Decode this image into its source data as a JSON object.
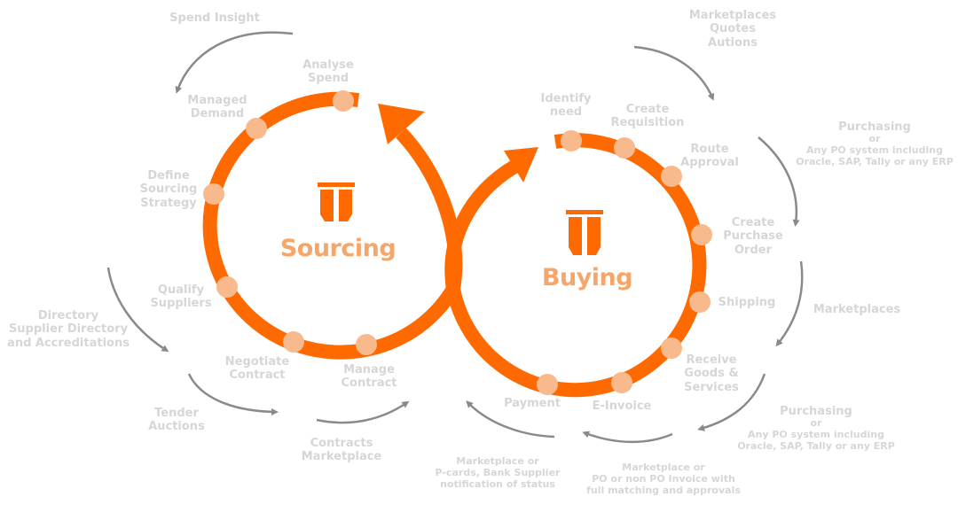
{
  "colors": {
    "ring": "#ff6a00",
    "node": "#f8b98d",
    "arrow": "#8a8a8a",
    "outer_label": "#d6d6d6",
    "title": "#f7a66a"
  },
  "icons": {
    "logo": "pi-logo-icon"
  },
  "sourcing": {
    "title": "Sourcing",
    "steps": [
      {
        "label": "Analyse Spend"
      },
      {
        "label": "Managed Demand"
      },
      {
        "label": "Define Sourcing Strategy"
      },
      {
        "label": "Qualify Suppliers"
      },
      {
        "label": "Negotiate Contract"
      },
      {
        "label": "Manage Contract"
      }
    ],
    "outer": [
      {
        "label": "Spend Insight"
      },
      {
        "label": "Directory Supplier Directory and Accreditations"
      },
      {
        "label": "Tender Auctions"
      },
      {
        "label": "Contracts Marketplace"
      }
    ]
  },
  "buying": {
    "title": "Buying",
    "steps": [
      {
        "label": "Identify need"
      },
      {
        "label": "Create Requisition"
      },
      {
        "label": "Route Approval"
      },
      {
        "label": "Create Purchase Order"
      },
      {
        "label": "Shipping"
      },
      {
        "label": "Receive Goods & Services"
      },
      {
        "label": "E-Invoice"
      },
      {
        "label": "Payment"
      }
    ],
    "outer": [
      {
        "label": "Marketplaces Quotes Autions"
      },
      {
        "label": "Purchasing or Any PO system including Oracle, SAP, Tally or any ERP"
      },
      {
        "label": "Marketplaces"
      },
      {
        "label": "Purchasing or Any PO system including Oracle, SAP, Tally or any ERP"
      },
      {
        "label": "Marketplace or PO or non PO Invoice with full matching and approvals"
      },
      {
        "label": "Marketplace or P-cards, Bank Supplier notification of status"
      }
    ]
  }
}
